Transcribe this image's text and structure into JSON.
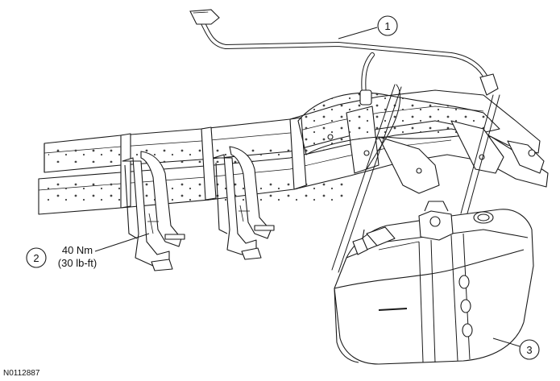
{
  "callouts": [
    {
      "number": "1"
    },
    {
      "number": "2"
    },
    {
      "number": "3"
    }
  ],
  "torque_spec": {
    "metric": "40 Nm",
    "imperial": "(30 lb-ft)"
  },
  "figure_id": "N0112887"
}
